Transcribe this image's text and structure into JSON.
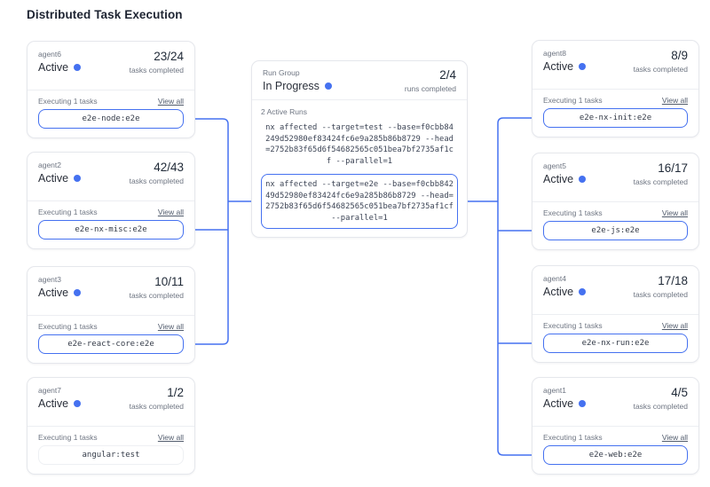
{
  "page": {
    "title": "Distributed Task Execution"
  },
  "colors": {
    "accent": "#4571f0",
    "card_border": "#e5e7ec",
    "text_muted": "#6e7582",
    "text_dark": "#1f2937"
  },
  "labels": {
    "tasks_completed": "tasks completed",
    "executing": "Executing 1 tasks",
    "view_all": "View all"
  },
  "run_group": {
    "label": "Run Group",
    "status": "In Progress",
    "count": "2/4",
    "count_label": "runs completed",
    "active_runs_label": "2 Active Runs",
    "runs": [
      {
        "command": "nx affected --target=test --base=f0cbb84249d52980ef83424fc6e9a285b86b8729 --head=2752b83f65d6f54682565c051bea7bf2735af1cf --parallel=1",
        "highlighted": false
      },
      {
        "command": "nx affected --target=e2e --base=f0cbb84249d52980ef83424fc6e9a285b86b8729 --head=2752b83f65d6f54682565c051bea7bf2735af1cf --parallel=1",
        "highlighted": true
      }
    ]
  },
  "agents_left": [
    {
      "name": "agent6",
      "status": "Active",
      "count": "23/24",
      "task": "e2e-node:e2e",
      "connected": true
    },
    {
      "name": "agent2",
      "status": "Active",
      "count": "42/43",
      "task": "e2e-nx-misc:e2e",
      "connected": true
    },
    {
      "name": "agent3",
      "status": "Active",
      "count": "10/11",
      "task": "e2e-react-core:e2e",
      "connected": true
    },
    {
      "name": "agent7",
      "status": "Active",
      "count": "1/2",
      "task": "angular:test",
      "connected": false
    }
  ],
  "agents_right": [
    {
      "name": "agent8",
      "status": "Active",
      "count": "8/9",
      "task": "e2e-nx-init:e2e",
      "connected": true
    },
    {
      "name": "agent5",
      "status": "Active",
      "count": "16/17",
      "task": "e2e-js:e2e",
      "connected": true
    },
    {
      "name": "agent4",
      "status": "Active",
      "count": "17/18",
      "task": "e2e-nx-run:e2e",
      "connected": true
    },
    {
      "name": "agent1",
      "status": "Active",
      "count": "4/5",
      "task": "e2e-web:e2e",
      "connected": true
    }
  ]
}
